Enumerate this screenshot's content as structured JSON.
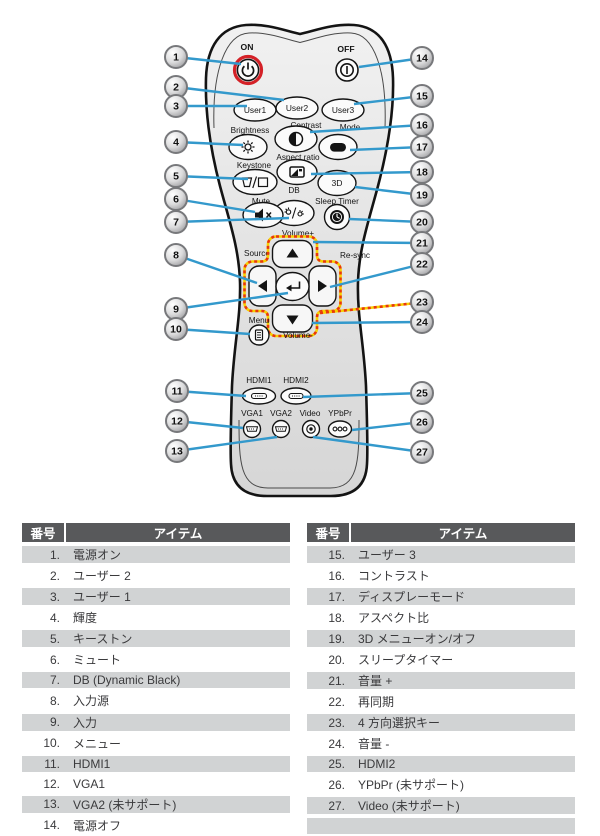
{
  "diagram": {
    "remote": {
      "labels": {
        "on": "ON",
        "off": "OFF",
        "user1": "User1",
        "user2": "User2",
        "user3": "User3",
        "brightness": "Brightness",
        "contrast": "Contrast",
        "mode": "Mode",
        "keystone": "Keystone",
        "aspect_ratio": "Aspect ratio",
        "db": "DB",
        "three_d": "3D",
        "mute": "Mute",
        "sleep_timer": "Sleep Timer",
        "volume_plus": "Volume+",
        "source": "Source",
        "resync": "Re-sync",
        "menu": "Menu",
        "volume_minus": "Volume-",
        "hdmi1": "HDMI1",
        "hdmi2": "HDMI2",
        "vga1": "VGA1",
        "vga2": "VGA2",
        "video": "Video",
        "ypbpr": "YPbPr"
      },
      "icons": {
        "power": "⏻",
        "power_off": "⏽",
        "brightness": "☀",
        "contrast": "◐",
        "mode": "●",
        "keystone": "▱/▭",
        "aspect_ratio": "▣",
        "db": "☀/☀",
        "mute": "🔇",
        "sleep_timer": "🕒",
        "up": "▲",
        "down": "▼",
        "left": "◀",
        "right": "▶",
        "enter": "↵",
        "menu": "☰",
        "hdmi": "▭",
        "vga": "▱",
        "video": "◎",
        "ypbpr": "○○○"
      }
    },
    "callouts": [
      "1",
      "2",
      "3",
      "4",
      "5",
      "6",
      "7",
      "8",
      "9",
      "10",
      "11",
      "12",
      "13",
      "14",
      "15",
      "16",
      "17",
      "18",
      "19",
      "20",
      "21",
      "22",
      "23",
      "24",
      "25",
      "26",
      "27"
    ]
  },
  "tables": [
    {
      "header": {
        "number": "番号",
        "item": "アイテム"
      },
      "rows": [
        {
          "num": "1.",
          "item": "電源オン"
        },
        {
          "num": "2.",
          "item": "ユーザー 2"
        },
        {
          "num": "3.",
          "item": "ユーザー 1"
        },
        {
          "num": "4.",
          "item": "輝度"
        },
        {
          "num": "5.",
          "item": "キーストン"
        },
        {
          "num": "6.",
          "item": "ミュート"
        },
        {
          "num": "7.",
          "item": "DB (Dynamic Black)"
        },
        {
          "num": "8.",
          "item": "入力源"
        },
        {
          "num": "9.",
          "item": "入力"
        },
        {
          "num": "10.",
          "item": "メニュー"
        },
        {
          "num": "11.",
          "item": "HDMI1"
        },
        {
          "num": "12.",
          "item": "VGA1"
        },
        {
          "num": "13.",
          "item": "VGA2 (未サポート)"
        },
        {
          "num": "14.",
          "item": "電源オフ"
        }
      ]
    },
    {
      "header": {
        "number": "番号",
        "item": "アイテム"
      },
      "rows": [
        {
          "num": "15.",
          "item": "ユーザー 3"
        },
        {
          "num": "16.",
          "item": "コントラスト"
        },
        {
          "num": "17.",
          "item": "ディスプレーモード"
        },
        {
          "num": "18.",
          "item": "アスペクト比"
        },
        {
          "num": "19.",
          "item": "3D メニューオン/オフ"
        },
        {
          "num": "20.",
          "item": "スリープタイマー"
        },
        {
          "num": "21.",
          "item": "音量 +"
        },
        {
          "num": "22.",
          "item": "再同期"
        },
        {
          "num": "23.",
          "item": "4 方向選択キー"
        },
        {
          "num": "24.",
          "item": "音量 -"
        },
        {
          "num": "25.",
          "item": "HDMI2"
        },
        {
          "num": "26.",
          "item": "YPbPr (未サポート)"
        },
        {
          "num": "27.",
          "item": "Video (未サポート)"
        },
        {
          "num": "",
          "item": ""
        }
      ]
    }
  ],
  "colors": {
    "callout_line": "#3399CC",
    "power_ring_red": "#D42127",
    "dotted_red": "#E8380D",
    "dotted_yellow": "#F7D000",
    "table_header_bg": "#58595B",
    "table_row_gray": "#D1D3D4",
    "table_header_text": "#FFFFFF"
  }
}
